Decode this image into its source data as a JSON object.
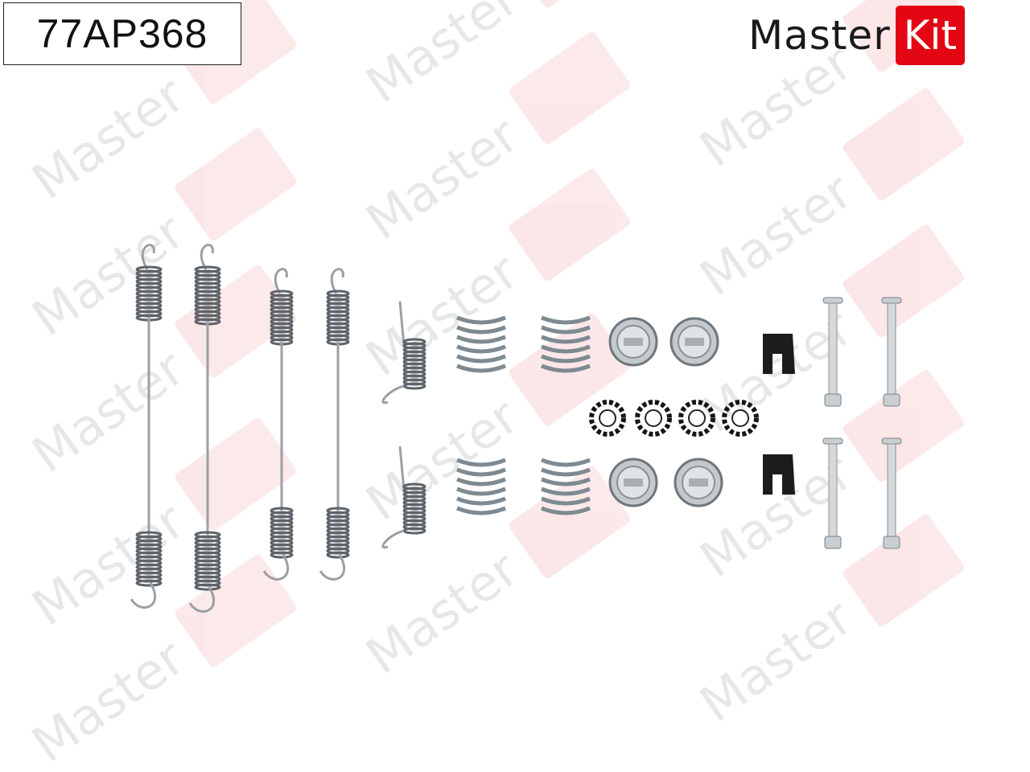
{
  "product": {
    "code": "77AP368"
  },
  "logo": {
    "text_dark": "Master",
    "text_red": "Kit"
  },
  "watermark": {
    "text": "MasterKit"
  },
  "colors": {
    "brand_red": "#e30613",
    "logo_dark": "#1a1a1a",
    "metal": "#9aa0a6",
    "clip": "#1c1c1c"
  }
}
